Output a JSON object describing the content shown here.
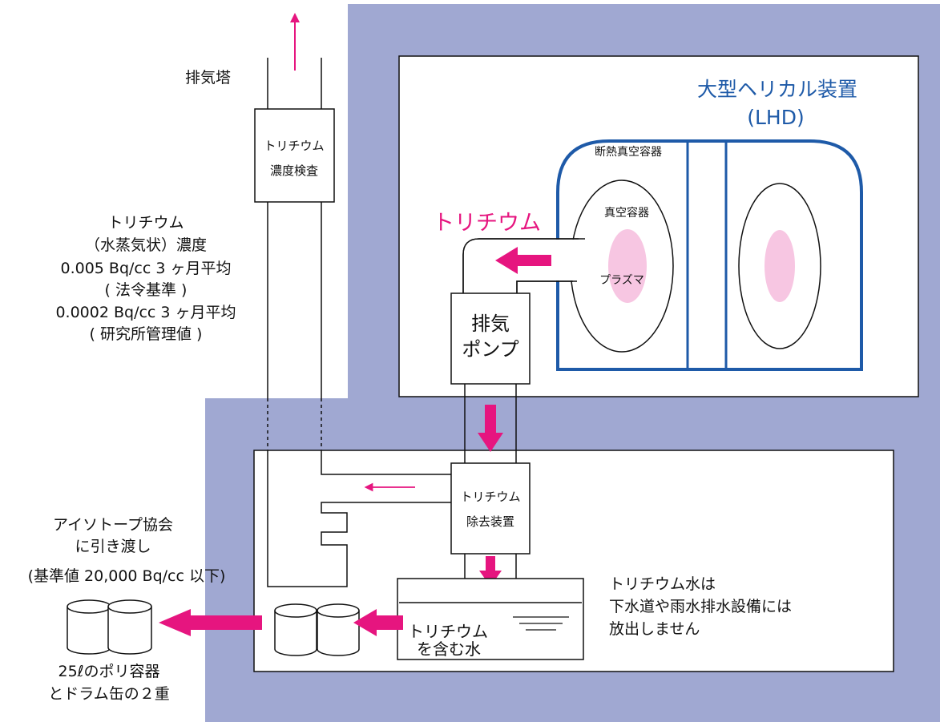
{
  "labels": {
    "exhaust_tower": "排気塔",
    "monitor_line1": "トリチウム",
    "monitor_line2": "濃度検査",
    "conc_line1": "トリチウム",
    "conc_line2": "（水蒸気状）濃度",
    "conc_line3": "0.005 Bq/cc 3 ヶ月平均",
    "conc_line4": "( 法令基準 )",
    "conc_line5": "0.0002 Bq/cc 3 ヶ月平均",
    "conc_line6": "( 研究所管理値 )",
    "lhd_title": "大型ヘリカル装置",
    "lhd_abbr": "(LHD)",
    "cryostat": "断熱真空容器",
    "vacuum_vessel": "真空容器",
    "plasma": "プラズマ",
    "tritium_flow": "トリチウム",
    "pump_line1": "排気",
    "pump_line2": "ポンプ",
    "remover_line1": "トリチウム",
    "remover_line2": "除去装置",
    "tank_line1": "トリチウム",
    "tank_line2": "を含む水",
    "note_line1": "トリチウム水は",
    "note_line2": "下水道や雨水排水設備には",
    "note_line3": "放出しません",
    "handover_line1": "アイソトープ協会",
    "handover_line2": "に引き渡し",
    "handover_line3": "(基準値 20,000 Bq/cc 以下)",
    "container_line1": "25ℓのポリ容器",
    "container_line2": "とドラム缶の２重"
  },
  "colors": {
    "building": "#a0a8d2",
    "arrow": "#e6157f",
    "lhd_outline": "#1e5aa8",
    "plasma": "#f7c6e2"
  }
}
